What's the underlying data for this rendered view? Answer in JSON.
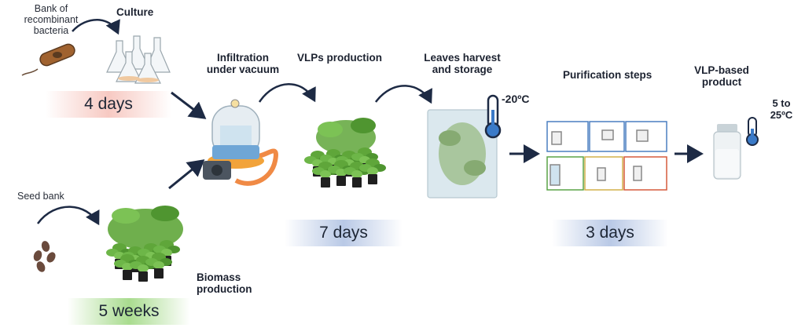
{
  "labels": {
    "bank": "Bank of\nrecombinant\nbacteria",
    "culture": "Culture",
    "infiltration": "Infiltration\nunder vacuum",
    "vlps": "VLPs production",
    "leaves": "Leaves harvest\nand storage",
    "purification": "Purification steps",
    "product": "VLP-based\nproduct",
    "seed": "Seed bank",
    "biomass": "Biomass\nproduction"
  },
  "temperatures": {
    "storage": "-20ºC",
    "product": "5 to\n25ºC"
  },
  "durations": {
    "culture": "4 days",
    "seed": "5 weeks",
    "vlps": "7 days",
    "purification": "3 days"
  },
  "colors": {
    "arrow": "#1d2a44",
    "leaf": "#5fa63a",
    "pot": "#1f1f1f",
    "thermo_blue": "#3a7ac8"
  },
  "icons": [
    "bacterium-icon",
    "flasks-icon",
    "vacuum-chamber-icon",
    "plants-icon",
    "seeds-icon",
    "storage-bag-icon",
    "thermometer-icon",
    "purification-scheme-icon",
    "vial-icon"
  ]
}
